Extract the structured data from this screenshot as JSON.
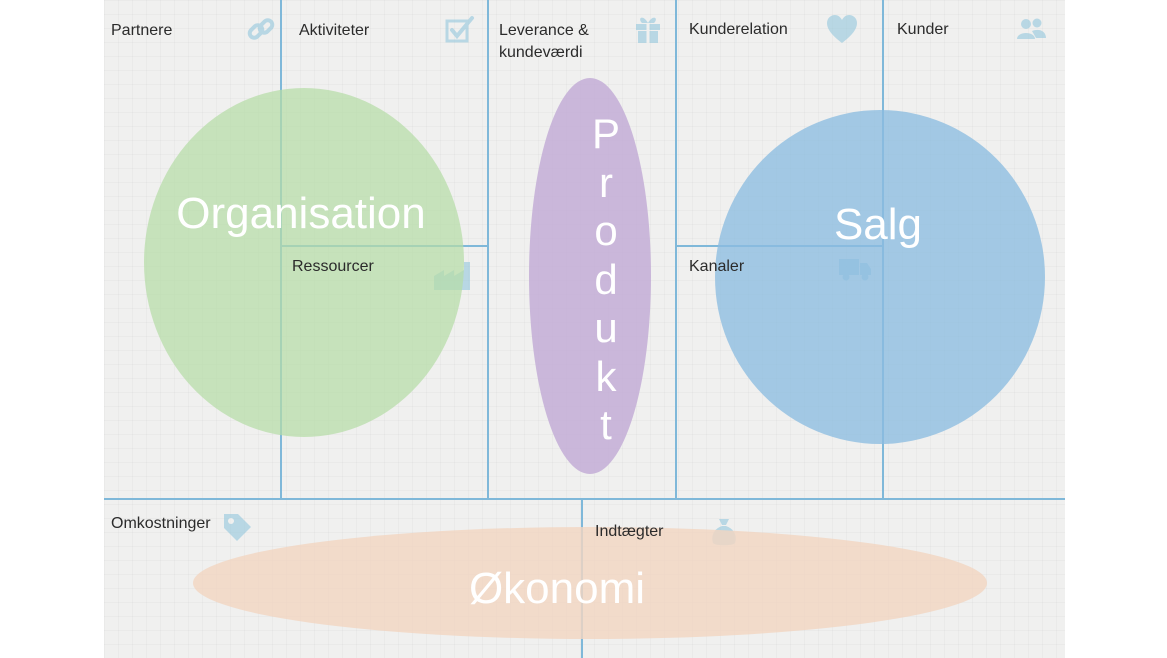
{
  "blocks": {
    "partnere": "Partnere",
    "aktiviteter": "Aktiviteter",
    "leverance": "Leverance & kundeværdi",
    "kunderelation": "Kunderelation",
    "kunder": "Kunder",
    "ressourcer": "Ressourcer",
    "kanaler": "Kanaler",
    "omkostninger": "Omkostninger",
    "indtaegter": "Indtægter"
  },
  "overlays": {
    "organisation": "Organisation",
    "salg": "Salg",
    "produkt": [
      "P",
      "r",
      "o",
      "d",
      "u",
      "k",
      "t"
    ],
    "okonomi": "Økonomi"
  },
  "icons": {
    "partnere": "link-icon",
    "aktiviteter": "checkbox-icon",
    "leverance": "gift-icon",
    "kunderelation": "heart-icon",
    "kunder": "users-icon",
    "ressourcer": "factory-icon",
    "kanaler": "truck-icon",
    "omkostninger": "price-tag-icon",
    "indtaegter": "money-bag-icon"
  },
  "colors": {
    "grid_lines": "#7fb8d9",
    "icons": "#8cc4dc",
    "organisation": "#bfe0b4",
    "produkt": "#c9b7d8",
    "salg": "#9cc5e2",
    "okonomi": "#f2d9c9"
  }
}
